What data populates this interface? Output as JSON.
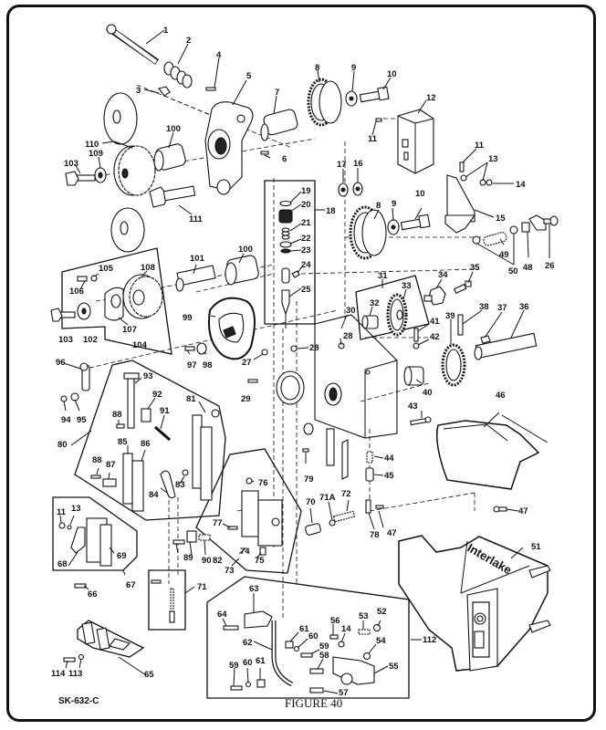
{
  "figure": {
    "caption": "FIGURE 40",
    "sheet_code": "SK-632-C",
    "brand_text": "Interlake"
  },
  "callouts": [
    {
      "id": "c1",
      "label": "1"
    },
    {
      "id": "c2",
      "label": "2"
    },
    {
      "id": "c3",
      "label": "3"
    },
    {
      "id": "c4",
      "label": "4"
    },
    {
      "id": "c5",
      "label": "5"
    },
    {
      "id": "c6",
      "label": "6"
    },
    {
      "id": "c7",
      "label": "7"
    },
    {
      "id": "c8a",
      "label": "8"
    },
    {
      "id": "c9a",
      "label": "9"
    },
    {
      "id": "c10a",
      "label": "10"
    },
    {
      "id": "c11a",
      "label": "11"
    },
    {
      "id": "c12",
      "label": "12"
    },
    {
      "id": "c11b",
      "label": "11"
    },
    {
      "id": "c13a",
      "label": "13"
    },
    {
      "id": "c14a",
      "label": "14"
    },
    {
      "id": "c15",
      "label": "15"
    },
    {
      "id": "c16",
      "label": "16"
    },
    {
      "id": "c17",
      "label": "17"
    },
    {
      "id": "c18",
      "label": "18"
    },
    {
      "id": "c19",
      "label": "19"
    },
    {
      "id": "c20",
      "label": "20"
    },
    {
      "id": "c21",
      "label": "21"
    },
    {
      "id": "c22",
      "label": "22"
    },
    {
      "id": "c23",
      "label": "23"
    },
    {
      "id": "c24",
      "label": "24"
    },
    {
      "id": "c25",
      "label": "25"
    },
    {
      "id": "c8b",
      "label": "8"
    },
    {
      "id": "c9b",
      "label": "9"
    },
    {
      "id": "c10b",
      "label": "10"
    },
    {
      "id": "c49",
      "label": "49"
    },
    {
      "id": "c50",
      "label": "50"
    },
    {
      "id": "c48",
      "label": "48"
    },
    {
      "id": "c26",
      "label": "26"
    },
    {
      "id": "c31",
      "label": "31"
    },
    {
      "id": "c32",
      "label": "32"
    },
    {
      "id": "c33",
      "label": "33"
    },
    {
      "id": "c34",
      "label": "34"
    },
    {
      "id": "c35",
      "label": "35"
    },
    {
      "id": "c38",
      "label": "38"
    },
    {
      "id": "c37",
      "label": "37"
    },
    {
      "id": "c36",
      "label": "36"
    },
    {
      "id": "c39",
      "label": "39"
    },
    {
      "id": "c41",
      "label": "41"
    },
    {
      "id": "c42",
      "label": "42"
    },
    {
      "id": "c30",
      "label": "30"
    },
    {
      "id": "c28a",
      "label": "28"
    },
    {
      "id": "c28b",
      "label": "28"
    },
    {
      "id": "c27",
      "label": "27"
    },
    {
      "id": "c29",
      "label": "29"
    },
    {
      "id": "c40",
      "label": "40"
    },
    {
      "id": "c43",
      "label": "43"
    },
    {
      "id": "c46",
      "label": "46"
    },
    {
      "id": "c44",
      "label": "44"
    },
    {
      "id": "c45",
      "label": "45"
    },
    {
      "id": "c47a",
      "label": "47"
    },
    {
      "id": "c47b",
      "label": "47"
    },
    {
      "id": "c79",
      "label": "79"
    },
    {
      "id": "c70",
      "label": "70"
    },
    {
      "id": "c71A",
      "label": "71A"
    },
    {
      "id": "c72",
      "label": "72"
    },
    {
      "id": "c78",
      "label": "78"
    },
    {
      "id": "c51",
      "label": "51"
    },
    {
      "id": "c100a",
      "label": "100"
    },
    {
      "id": "c110",
      "label": "110"
    },
    {
      "id": "c109",
      "label": "109"
    },
    {
      "id": "c103a",
      "label": "103"
    },
    {
      "id": "c111",
      "label": "111"
    },
    {
      "id": "c101",
      "label": "101"
    },
    {
      "id": "c100b",
      "label": "100"
    },
    {
      "id": "c105",
      "label": "105"
    },
    {
      "id": "c108",
      "label": "108"
    },
    {
      "id": "c106",
      "label": "106"
    },
    {
      "id": "c107",
      "label": "107"
    },
    {
      "id": "c103b",
      "label": "103"
    },
    {
      "id": "c102",
      "label": "102"
    },
    {
      "id": "c104",
      "label": "104"
    },
    {
      "id": "c99",
      "label": "99"
    },
    {
      "id": "c97",
      "label": "97"
    },
    {
      "id": "c98",
      "label": "98"
    },
    {
      "id": "c96",
      "label": "96"
    },
    {
      "id": "c94",
      "label": "94"
    },
    {
      "id": "c95",
      "label": "95"
    },
    {
      "id": "c93",
      "label": "93"
    },
    {
      "id": "c92",
      "label": "92"
    },
    {
      "id": "c91",
      "label": "91"
    },
    {
      "id": "c88a",
      "label": "88"
    },
    {
      "id": "c81",
      "label": "81"
    },
    {
      "id": "c80",
      "label": "80"
    },
    {
      "id": "c85",
      "label": "85"
    },
    {
      "id": "c86",
      "label": "86"
    },
    {
      "id": "c88b",
      "label": "88"
    },
    {
      "id": "c87",
      "label": "87"
    },
    {
      "id": "c84",
      "label": "84"
    },
    {
      "id": "c83",
      "label": "83"
    },
    {
      "id": "c76",
      "label": "76"
    },
    {
      "id": "c77",
      "label": "77"
    },
    {
      "id": "c74",
      "label": "74"
    },
    {
      "id": "c75",
      "label": "75"
    },
    {
      "id": "c73",
      "label": "73"
    },
    {
      "id": "c89",
      "label": "89"
    },
    {
      "id": "c90",
      "label": "90"
    },
    {
      "id": "c82",
      "label": "82"
    },
    {
      "id": "c71",
      "label": "71"
    },
    {
      "id": "c11c",
      "label": "11"
    },
    {
      "id": "c13b",
      "label": "13"
    },
    {
      "id": "c68",
      "label": "68"
    },
    {
      "id": "c69",
      "label": "69"
    },
    {
      "id": "c67",
      "label": "67"
    },
    {
      "id": "c66",
      "label": "66"
    },
    {
      "id": "c65",
      "label": "65"
    },
    {
      "id": "c114",
      "label": "114"
    },
    {
      "id": "c113",
      "label": "113"
    },
    {
      "id": "c63",
      "label": "63"
    },
    {
      "id": "c64",
      "label": "64"
    },
    {
      "id": "c62",
      "label": "62"
    },
    {
      "id": "c61a",
      "label": "61"
    },
    {
      "id": "c60a",
      "label": "60"
    },
    {
      "id": "c59a",
      "label": "59"
    },
    {
      "id": "c59b",
      "label": "59"
    },
    {
      "id": "c60b",
      "label": "60"
    },
    {
      "id": "c61b",
      "label": "61"
    },
    {
      "id": "c58",
      "label": "58"
    },
    {
      "id": "c56",
      "label": "56"
    },
    {
      "id": "c14b",
      "label": "14"
    },
    {
      "id": "c53",
      "label": "53"
    },
    {
      "id": "c52",
      "label": "52"
    },
    {
      "id": "c54",
      "label": "54"
    },
    {
      "id": "c55",
      "label": "55"
    },
    {
      "id": "c57",
      "label": "57"
    },
    {
      "id": "c112",
      "label": "112"
    }
  ]
}
